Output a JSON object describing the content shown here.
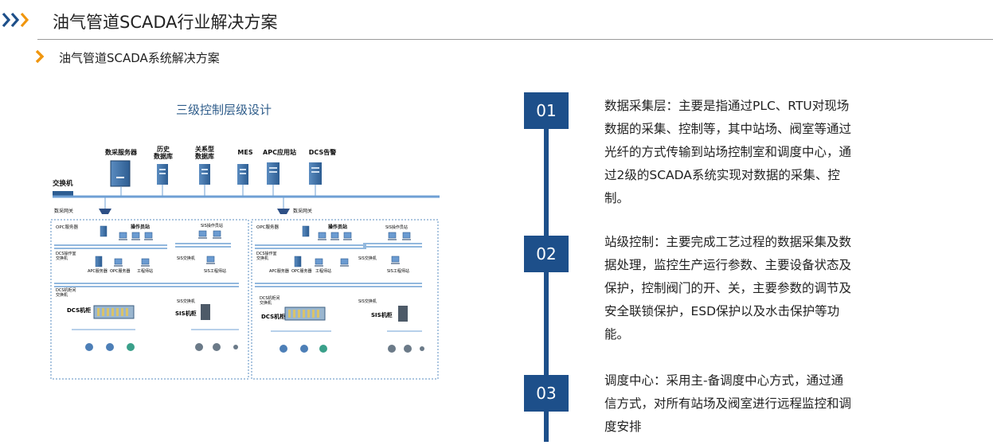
{
  "header": {
    "title": "油气管道SCADA行业解决方案",
    "accent": "#1d4f8a",
    "chevron_color": "#f0960e"
  },
  "subheader": {
    "title": "油气管道SCADA系统解决方案"
  },
  "diagram": {
    "title": "三级控制层级设计",
    "servers": [
      "数采服务器",
      "历史\n数据库",
      "关系型\n数据库",
      "MES",
      "APC应用站",
      "DCS告警"
    ],
    "switch_label": "交换机",
    "gateway_label": "数采网关",
    "station": {
      "opc": "OPC服务器",
      "operator": "操作员站",
      "dcs_op_switch": "DCS操作室\n交换机",
      "apc_server": "APC服务器",
      "opc_server": "OPC服务器",
      "eng_station": "工程师站",
      "dcs_cabinet_switch": "DCS机柜间\n交换机",
      "dcs_cabinet": "DCS机柜",
      "sis_operator": "SIS操作员站",
      "sis_switch": "SIS交换机",
      "sis_eng": "SIS工程师站",
      "sis_cabinet": "SIS机柜"
    }
  },
  "steps": [
    {
      "num": "01",
      "text": "数据采集层：主要是指通过PLC、RTU对现场数据的采集、控制等，其中站场、阀室等通过光纤的方式传输到站场控制室和调度中心，通过2级的SCADA系统实现对数据的采集、控制。"
    },
    {
      "num": "02",
      "text": "站级控制：主要完成工艺过程的数据采集及数据处理，监控生产运行参数、主要设备状态及保护，控制阀门的开、关，主要参数的调节及安全联锁保护，ESD保护以及水击保护等功能。"
    },
    {
      "num": "03",
      "text": " 调度中心：采用主-备调度中心方式，通过通信方式，对所有站场及阀室进行远程监控和调度安排"
    }
  ]
}
